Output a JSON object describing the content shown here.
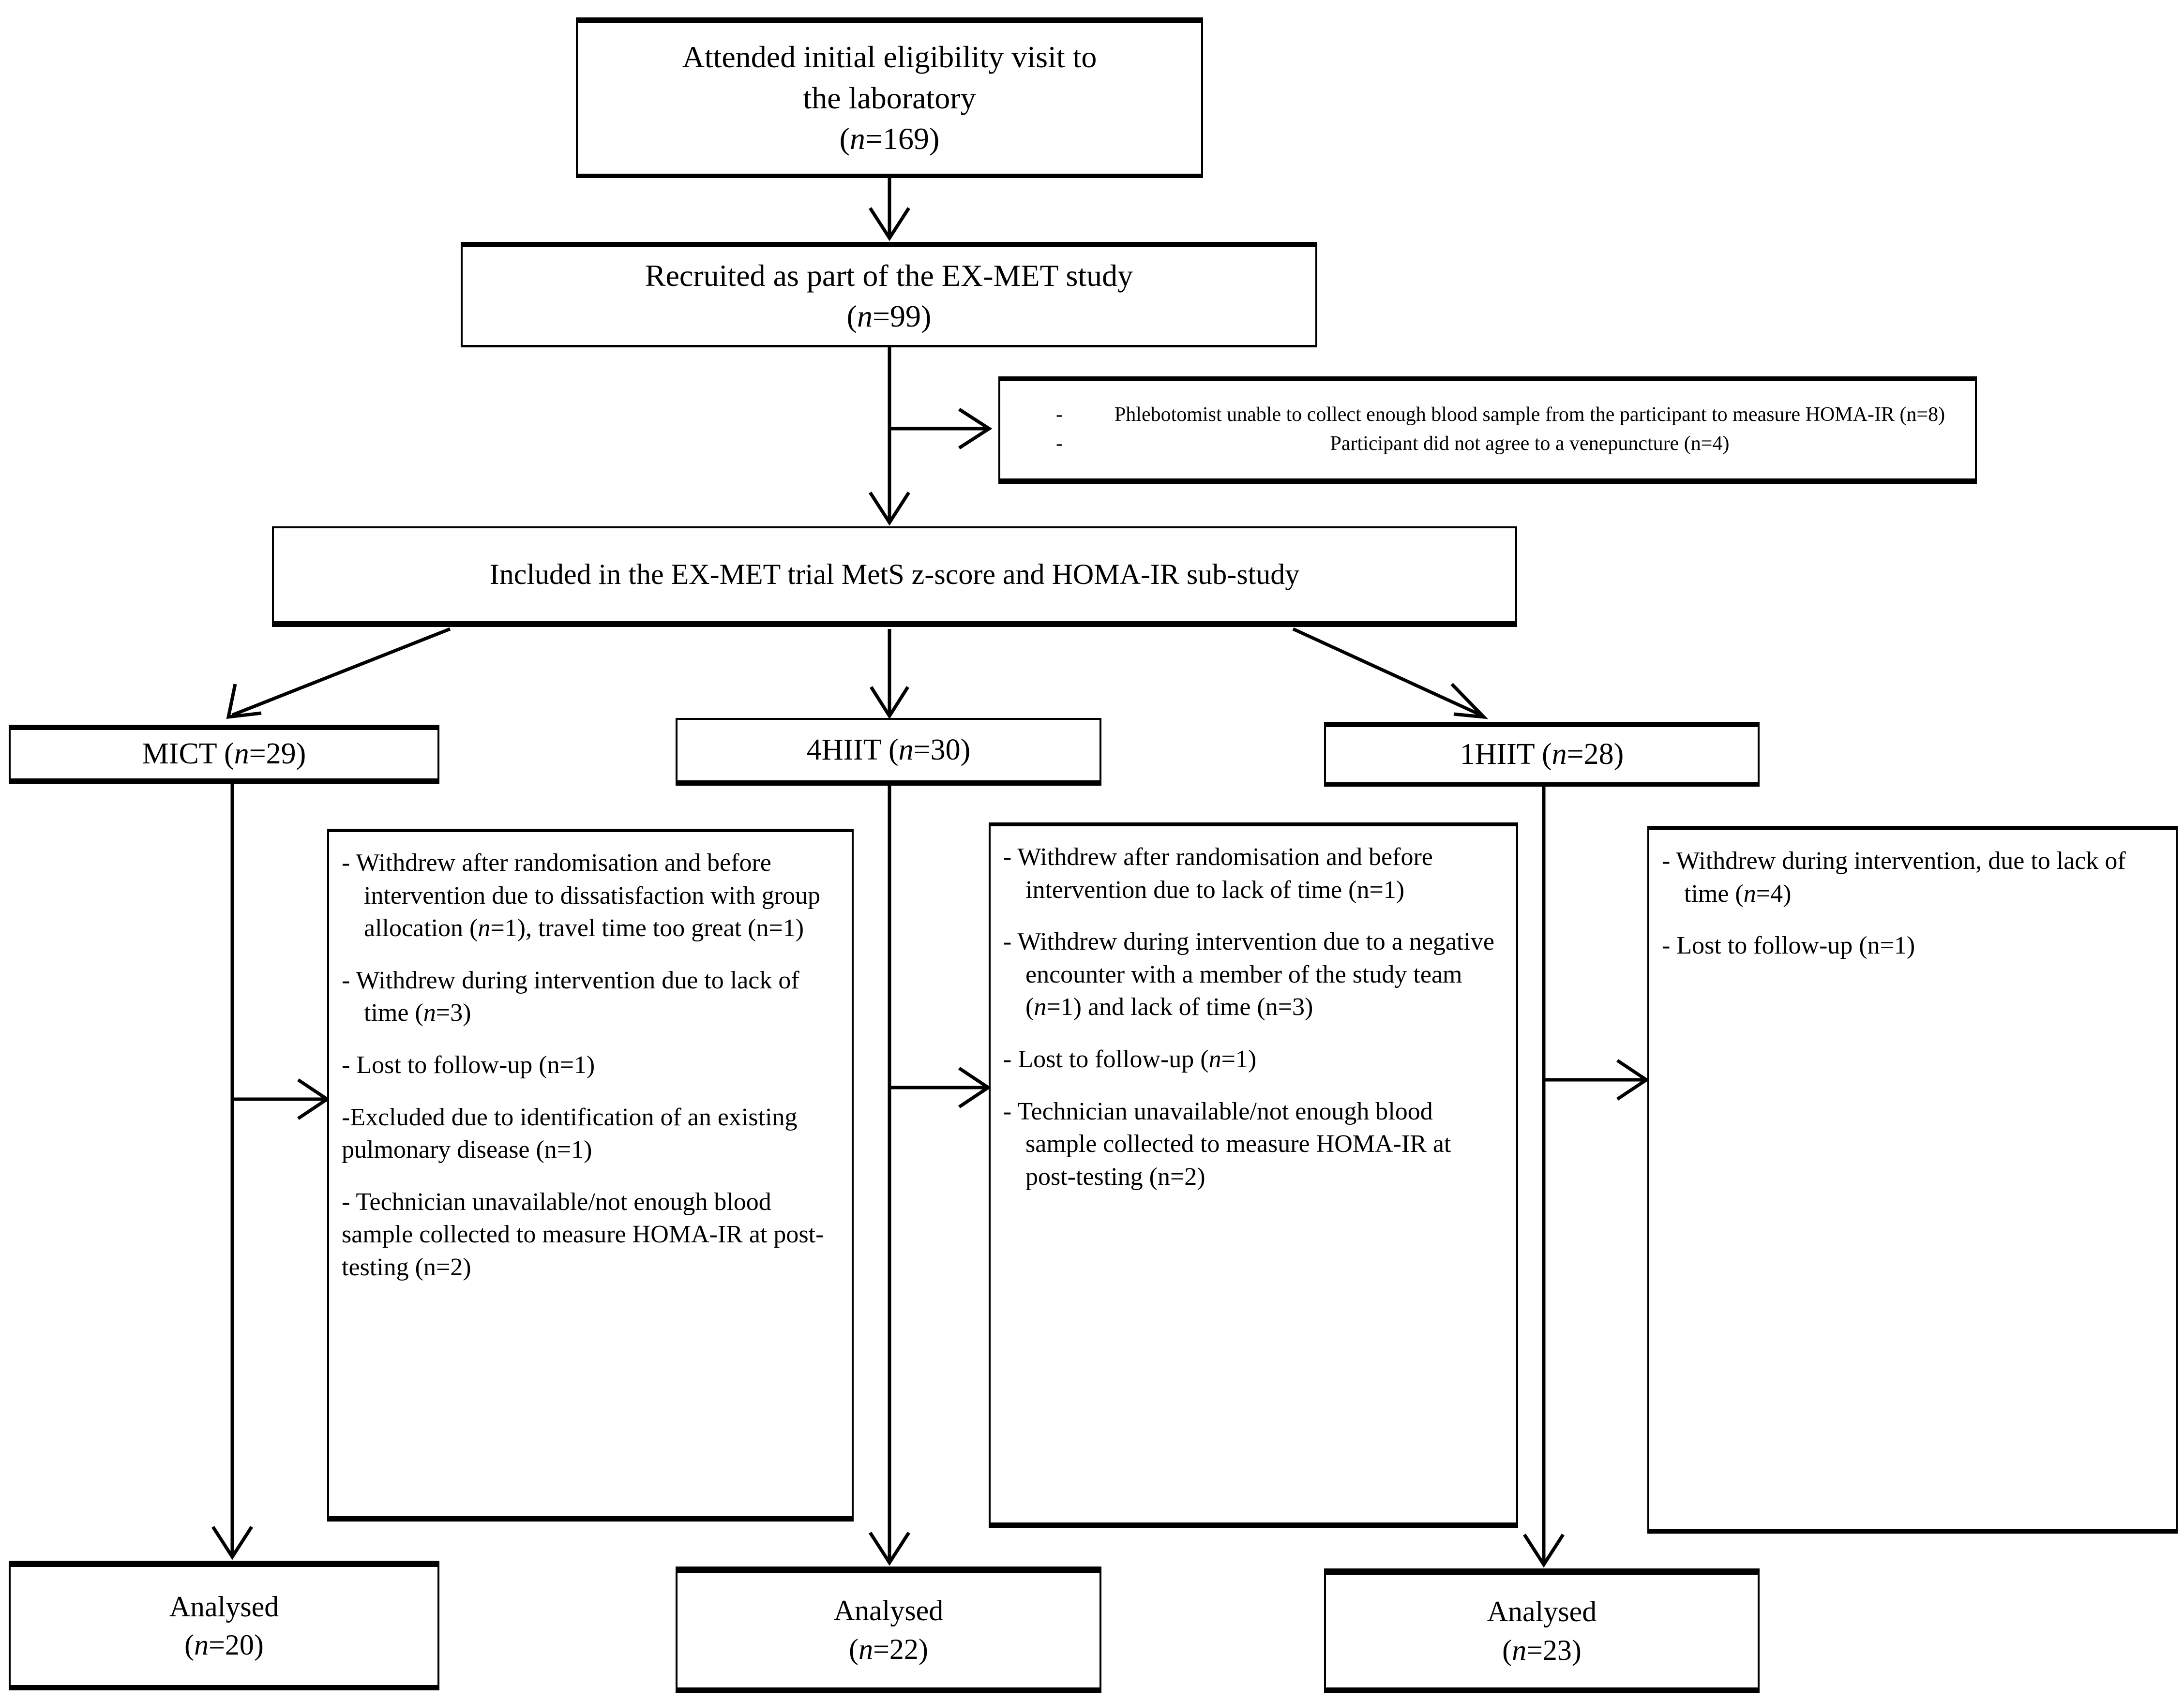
{
  "figure": {
    "type": "flowchart",
    "kind": "CONSORT participant flow diagram",
    "orientation": "top-to-bottom"
  },
  "nodes": {
    "screened": {
      "line1": "Attended initial eligibility visit to",
      "line2": "the laboratory",
      "n_label": "(n=169)",
      "n_italic": "n",
      "n_value": 169
    },
    "recruited": {
      "line1": "Recruited as part of the EX-MET study",
      "n_label": "(n=99)",
      "n_value": 99
    },
    "excluded": {
      "bullet_glyph": "-",
      "items": [
        "Phlebotomist unable to collect enough blood sample from the participant to measure HOMA-IR (n=8)",
        "Participant did not agree to a venepuncture (n=4)"
      ],
      "counts": [
        8,
        4
      ]
    },
    "included": {
      "line1": "Included in the EX-MET trial MetS z-score and HOMA-IR sub-study"
    },
    "groups": [
      {
        "id": "mict",
        "label": "MICT (n=29)",
        "name": "MICT",
        "n_value": 29
      },
      {
        "id": "4hiit",
        "label": "4HIIT (n=30)",
        "name": "4HIIT",
        "n_value": 30
      },
      {
        "id": "1hiit",
        "label": "1HIIT (n=28)",
        "name": "1HIIT",
        "n_value": 28
      }
    ],
    "dropouts": {
      "mict": [
        "- Withdrew after randomisation and before intervention due to dissatisfaction with group allocation (n=1), travel time too great (n=1)",
        "- Withdrew during intervention due to lack of time (n=3)",
        "- Lost to follow-up (n=1)",
        "-Excluded due to identification of an existing pulmonary disease (n=1)",
        "- Technician unavailable/not enough blood sample collected to measure HOMA-IR at post-testing (n=2)"
      ],
      "4hiit": [
        "- Withdrew after randomisation and before intervention due to lack of time (n=1)",
        "- Withdrew during intervention due to a negative encounter with a member of the study team (n=1) and lack of time (n=3)",
        "- Lost to follow-up (n=1)",
        "- Technician unavailable/not enough blood sample collected to measure HOMA-IR at post-testing (n=2)"
      ],
      "1hiit": [
        "- Withdrew during intervention, due to lack of time (n=4)",
        "- Lost to follow-up (n=1)"
      ]
    },
    "analysed": [
      {
        "id": "mict",
        "label": "Analysed",
        "n_label": "(n=20)",
        "n_value": 20
      },
      {
        "id": "4hiit",
        "label": "Analysed",
        "n_label": "(n=22)",
        "n_value": 22
      },
      {
        "id": "1hiit",
        "label": "Analysed",
        "n_label": "(n=23)",
        "n_value": 23
      }
    ]
  },
  "style": {
    "line_color": "#000000",
    "box_fill": "#ffffff",
    "page_background": "#ffffff"
  }
}
